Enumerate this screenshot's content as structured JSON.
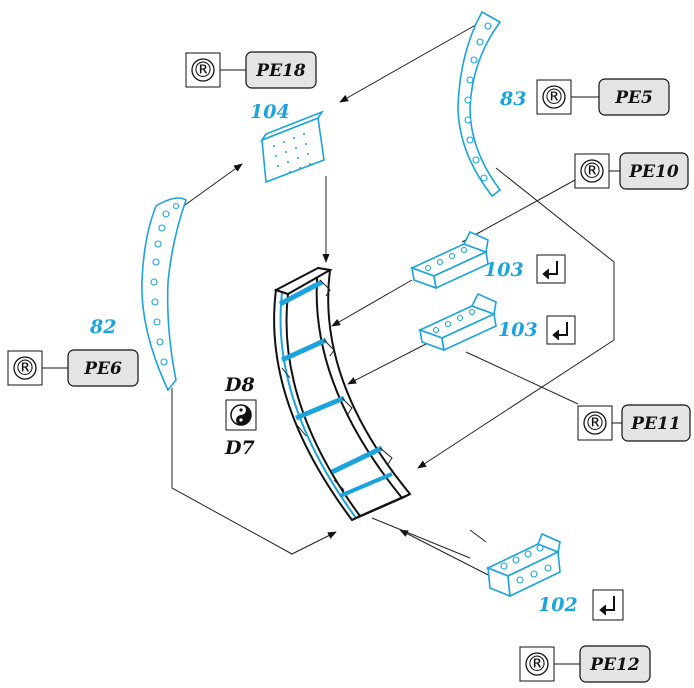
{
  "parts": {
    "p82": "82",
    "p83": "83",
    "p102": "102",
    "p103a": "103",
    "p103b": "103",
    "p104": "104"
  },
  "tags": {
    "pe18": "PE18",
    "pe5": "PE5",
    "pe10": "PE10",
    "pe6": "PE6",
    "pe11": "PE11",
    "pe12": "PE12"
  },
  "symbols": {
    "registered": "®",
    "d8": "D8",
    "d7": "D7"
  },
  "colors": {
    "accent": "#1aa3dc",
    "tag_fill": "#e4e4e4",
    "line": "#222222"
  },
  "icons": [
    "registered-mark-icon",
    "return-arrow-icon",
    "yin-yang-icon"
  ]
}
